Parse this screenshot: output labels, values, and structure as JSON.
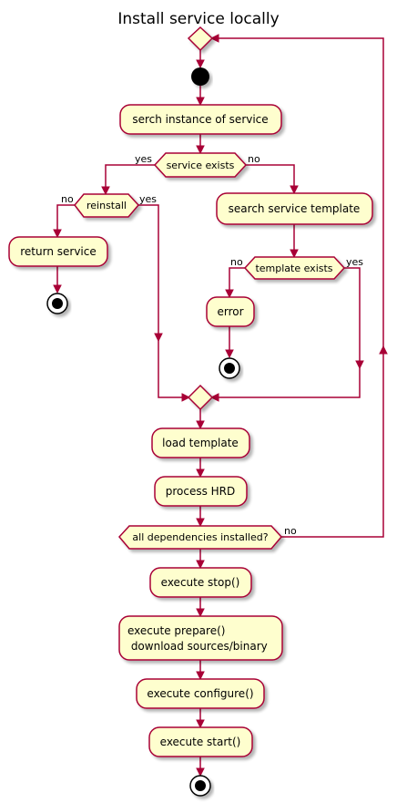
{
  "title": "Install service locally",
  "activities": {
    "search_instance": "serch instance of service",
    "search_template": "search service template",
    "return_service": "return service",
    "error": "error",
    "load_template": "load template",
    "process_hrd": "process HRD",
    "execute_stop": "execute stop()",
    "execute_prepare_line1": "execute prepare()",
    "execute_prepare_line2": " download sources/binary",
    "execute_configure": "execute configure()",
    "execute_start": "execute start()"
  },
  "decisions": {
    "service_exists": "service exists",
    "reinstall": "reinstall",
    "template_exists": "template exists",
    "all_dependencies": "all dependencies installed?"
  },
  "branch_labels": {
    "service_exists_yes": "yes",
    "service_exists_no": "no",
    "reinstall_no": "no",
    "reinstall_yes": "yes",
    "template_exists_no": "no",
    "template_exists_yes": "yes",
    "dependencies_no": "no"
  },
  "colors": {
    "node_fill": "#FEFECE",
    "line": "#A80036"
  }
}
